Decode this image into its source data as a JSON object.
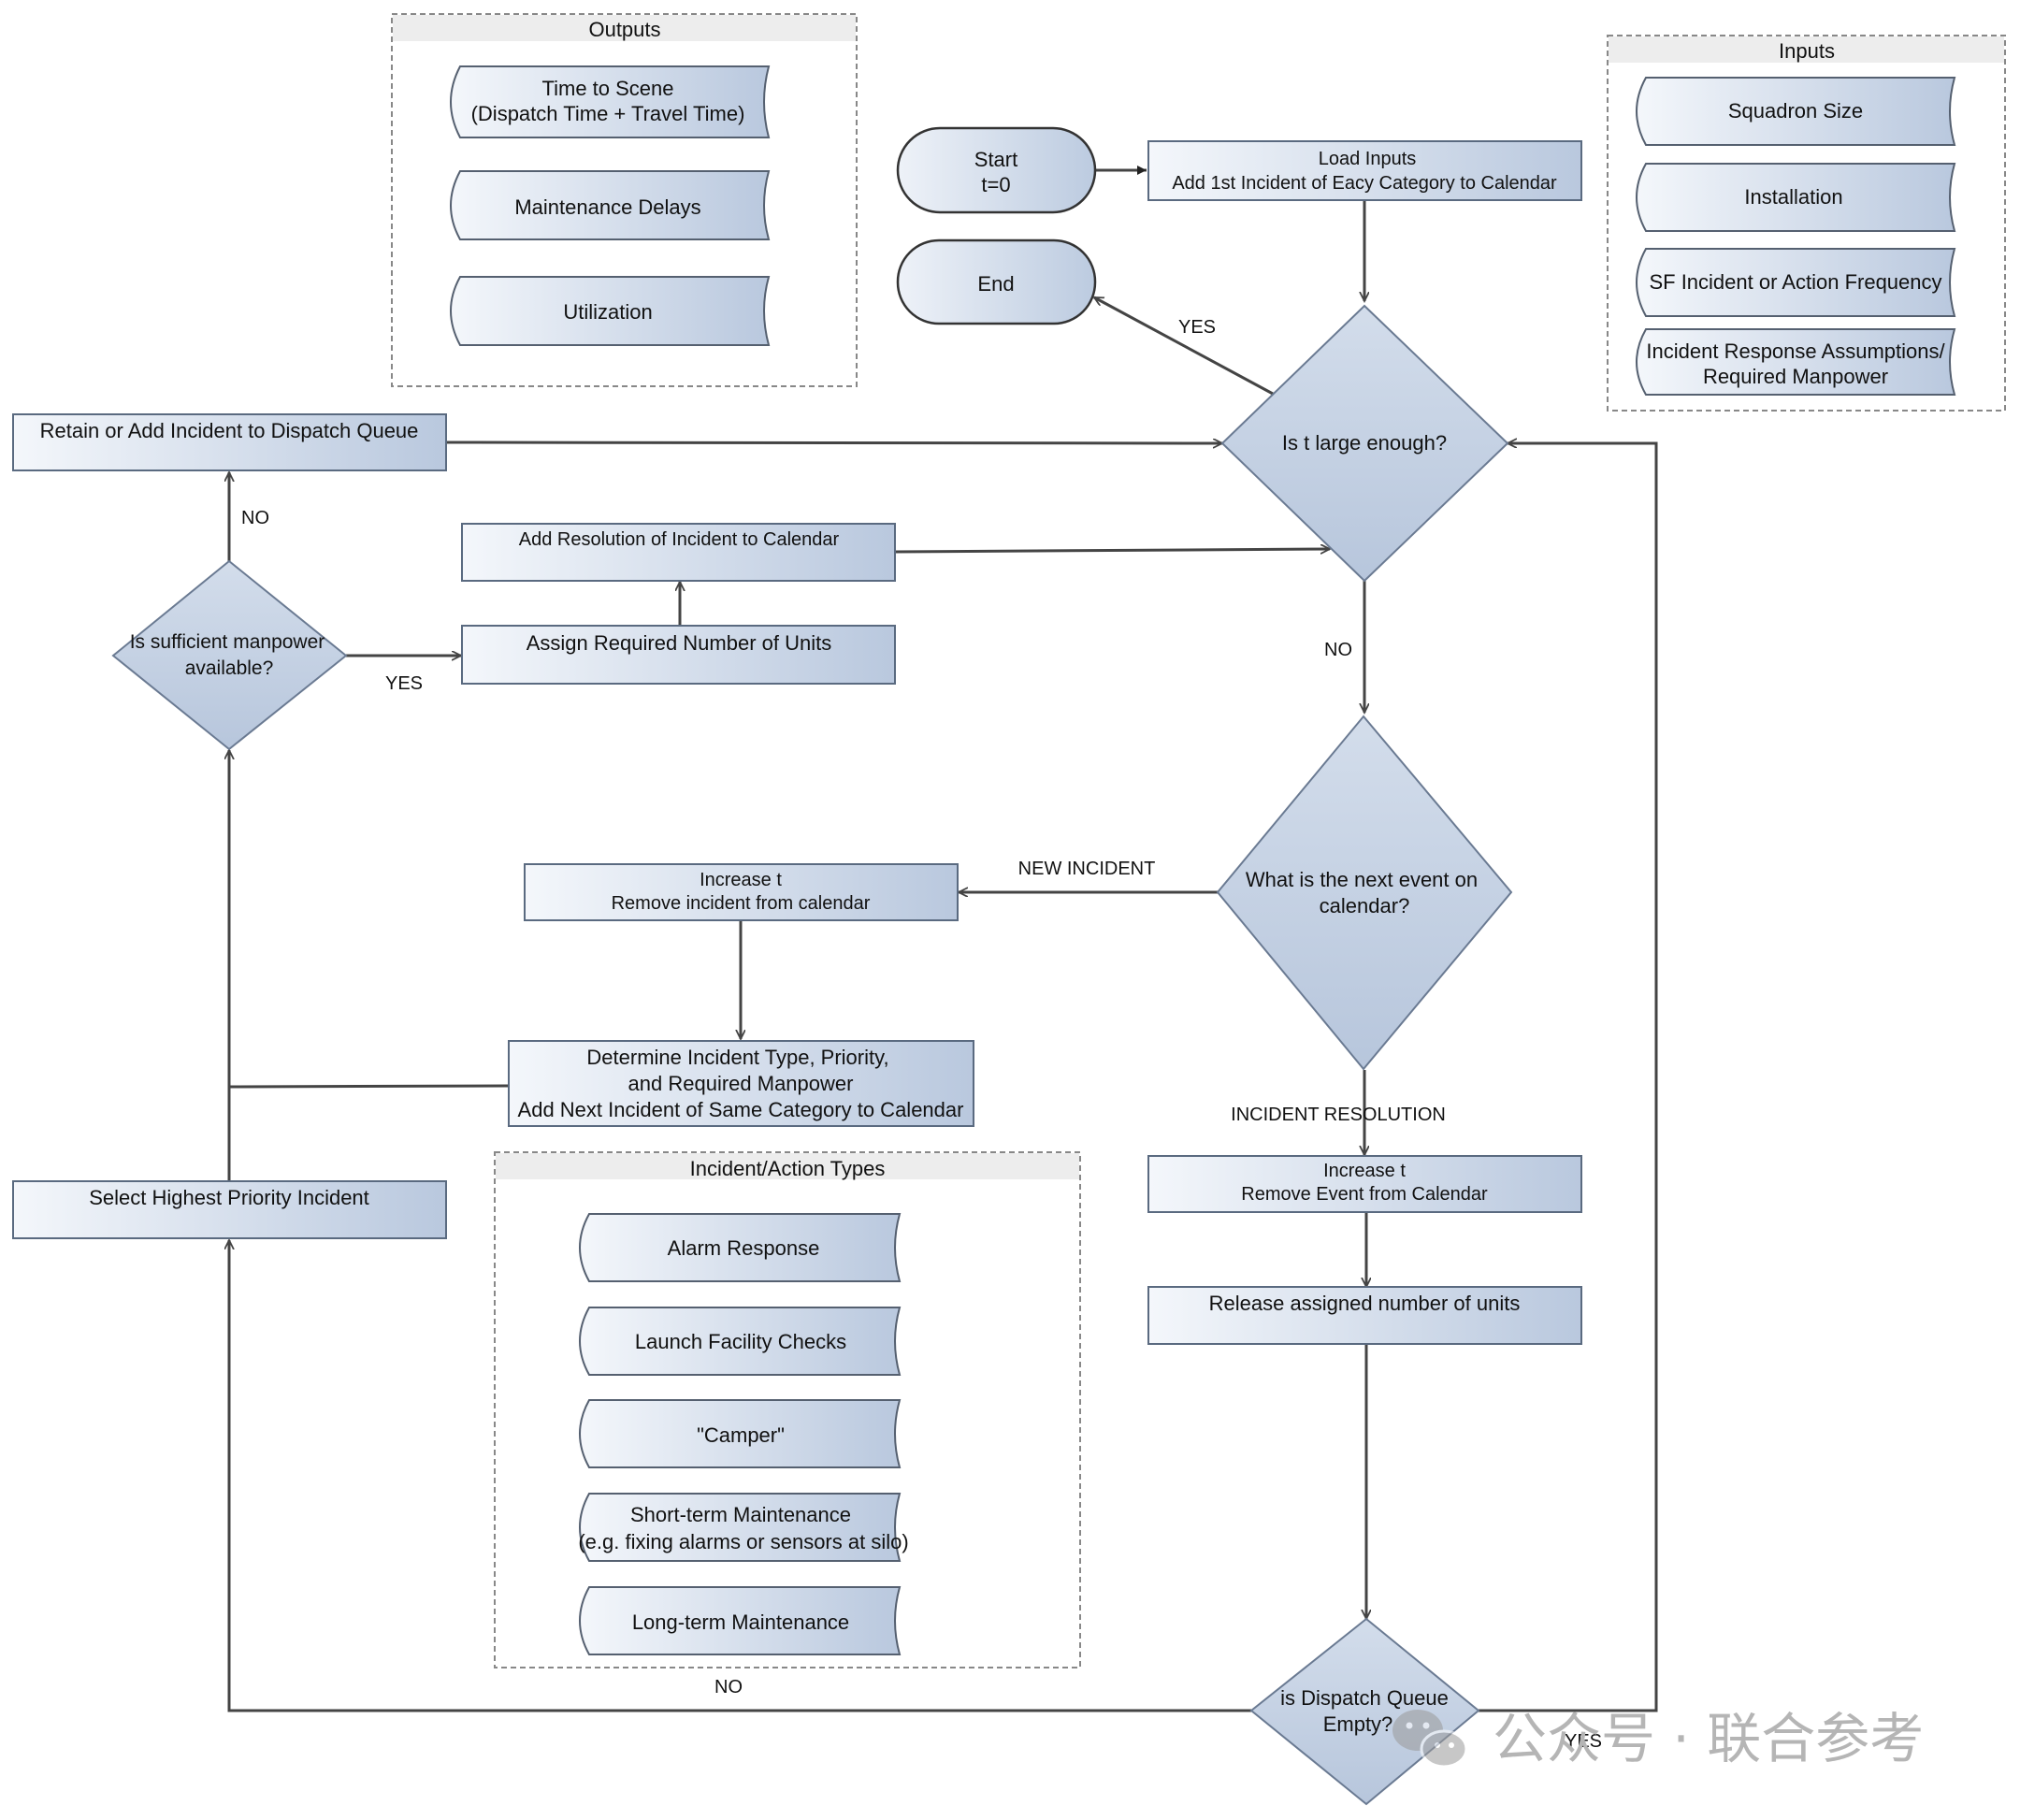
{
  "outputs": {
    "title": "Outputs",
    "items": [
      [
        "Time to Scene",
        "(Dispatch Time + Travel Time)"
      ],
      [
        "Maintenance Delays"
      ],
      [
        "Utilization"
      ]
    ]
  },
  "inputs": {
    "title": "Inputs",
    "items": [
      [
        "Squadron Size"
      ],
      [
        "Installation"
      ],
      [
        "SF Incident or Action Frequency"
      ],
      [
        "Incident Response Assumptions/",
        "Required Manpower"
      ]
    ]
  },
  "types": {
    "title": "Incident/Action Types",
    "items": [
      [
        "Alarm Response"
      ],
      [
        "Launch Facility Checks"
      ],
      [
        "\"Camper\""
      ],
      [
        "Short-term Maintenance",
        "(e.g. fixing alarms or sensors at silo)"
      ],
      [
        "Long-term Maintenance"
      ]
    ]
  },
  "nodes": {
    "start": [
      "Start",
      "t=0"
    ],
    "end": [
      "End"
    ],
    "load_inputs": [
      "Load Inputs",
      "Add 1st Incident of Eacy Category to Calendar"
    ],
    "t_large": [
      "Is t large enough?"
    ],
    "retain_queue": [
      "Retain or Add Incident to Dispatch Queue"
    ],
    "add_resolution": [
      "Add Resolution of Incident to Calendar"
    ],
    "assign_units": [
      "Assign Required Number of Units"
    ],
    "sufficient_manpower": [
      "Is sufficient manpower",
      "available?"
    ],
    "next_event": [
      "What is the next event on",
      "calendar?"
    ],
    "increase_t_incident": [
      "Increase t",
      "Remove incident from calendar"
    ],
    "determine_type": [
      "Determine Incident Type, Priority,",
      "and Required Manpower",
      "Add Next Incident of Same Category to Calendar"
    ],
    "select_priority": [
      "Select Highest Priority Incident"
    ],
    "increase_t_event": [
      "Increase t",
      "Remove Event from Calendar"
    ],
    "release_units": [
      "Release assigned number of units"
    ],
    "queue_empty": [
      "is Dispatch Queue",
      "Empty?"
    ]
  },
  "edge_labels": {
    "yes_end": "YES",
    "no_next": "NO",
    "no_retain": "NO",
    "yes_assign": "YES",
    "new_incident": "NEW INCIDENT",
    "incident_resolution": "INCIDENT RESOLUTION",
    "no_queue": "NO",
    "yes_queue": "YES"
  },
  "watermark": "公众号 · 联合参考"
}
